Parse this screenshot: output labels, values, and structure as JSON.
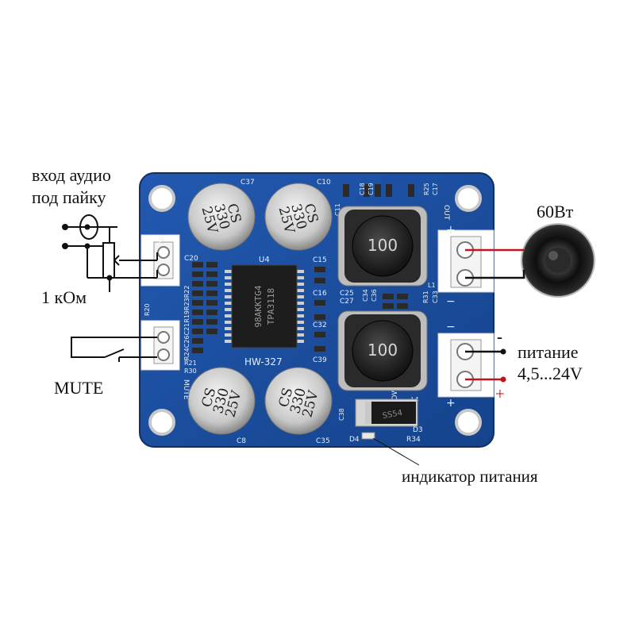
{
  "annotations": {
    "audio_input_line1": "вход аудио",
    "audio_input_line2": "под пайку",
    "potentiometer": "1 кОм",
    "mute": "MUTE",
    "speaker_power": "60Вт",
    "power_label": "питание",
    "power_range": "4,5...24V",
    "power_minus": "-",
    "power_plus": "+",
    "power_indicator": "индикатор питания"
  },
  "board": {
    "model": "HW-327",
    "chip_marking_line1": "98AKKTG4",
    "chip_marking_line2": "TPA3118",
    "chip_ref": "U4",
    "inductor_value": "100",
    "capacitor_line1": "CS",
    "capacitor_line2": "330",
    "capacitor_line3": "25V",
    "diode_marking": "SS54",
    "labels": {
      "in": "IN",
      "out": "OUT",
      "mute": "MUTE",
      "power": "POWER",
      "c37": "C37",
      "c10": "C10",
      "c18": "C18",
      "c19": "C19",
      "r25": "R25",
      "c17": "C17",
      "c11": "C11",
      "c20": "C20",
      "c15": "C15",
      "c16": "C16",
      "c32": "C32",
      "c39": "C39",
      "c25": "C25",
      "c27": "C27",
      "c34": "C34",
      "c36": "C36",
      "r31": "R31",
      "c33": "C33",
      "r20": "R20",
      "r21": "R21",
      "r30": "R30",
      "c8": "C8",
      "c38": "C38",
      "c35": "C35",
      "d4": "D4",
      "r34": "R34",
      "d3": "D3",
      "l1": "L1",
      "l4": "L4",
      "r24r22": "R24C26C21R19R23R22"
    },
    "terminal_out_plus": "+",
    "terminal_out_minus": "−",
    "terminal_pwr_minus": "−",
    "terminal_pwr_plus": "+"
  },
  "colors": {
    "pcb_blue": "#1a4fa0",
    "pcb_dark": "#123a7a",
    "wire_red": "#c0141c",
    "wire_black": "#111111"
  }
}
